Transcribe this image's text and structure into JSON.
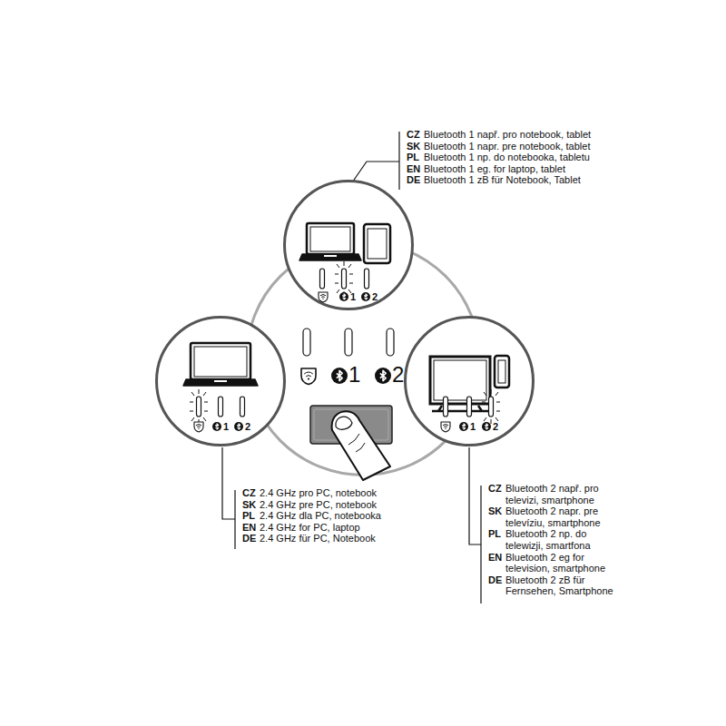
{
  "diagram": {
    "nodes": [
      {
        "text": [
          "1",
          "2"
        ]
      },
      {
        "text": [
          "1",
          "2"
        ]
      },
      {
        "text": [
          "1",
          "2"
        ]
      },
      {
        "text": [
          "1",
          "2"
        ]
      }
    ],
    "labels": [
      "CZ",
      "Bluetooth 1 např. pro notebook, tablet",
      "SK",
      "Bluetooth 1 napr. pre notebook, tablet",
      "PL",
      "Bluetooth 1 np. do notebooka, tabletu",
      "EN",
      "Bluetooth 1 eg. for laptop, tablet",
      "DE",
      "Bluetooth 1 zB für Notebook, Tablet",
      "CZ",
      "2.4 GHz pro PC, notebook",
      "SK",
      "2.4 GHz pre PC, notebook",
      "PL",
      "2.4 GHz dla PC, notebooka",
      "EN",
      "2.4 GHz for PC, laptop",
      "DE",
      "2.4 GHz für PC, Notebook",
      "CZ",
      "Bluetooth 2 např. pro televizi, smartphone",
      "SK",
      "Bluetooth 2 napr. pre televíziu, smartphone",
      "PL",
      "Bluetooth 2 np. do telewizji, smartfona",
      "EN",
      "Bluetooth 2 eg for television, smartphone",
      "DE",
      "Bluetooth 2 zB für Fernsehen, Smartphone"
    ]
  }
}
